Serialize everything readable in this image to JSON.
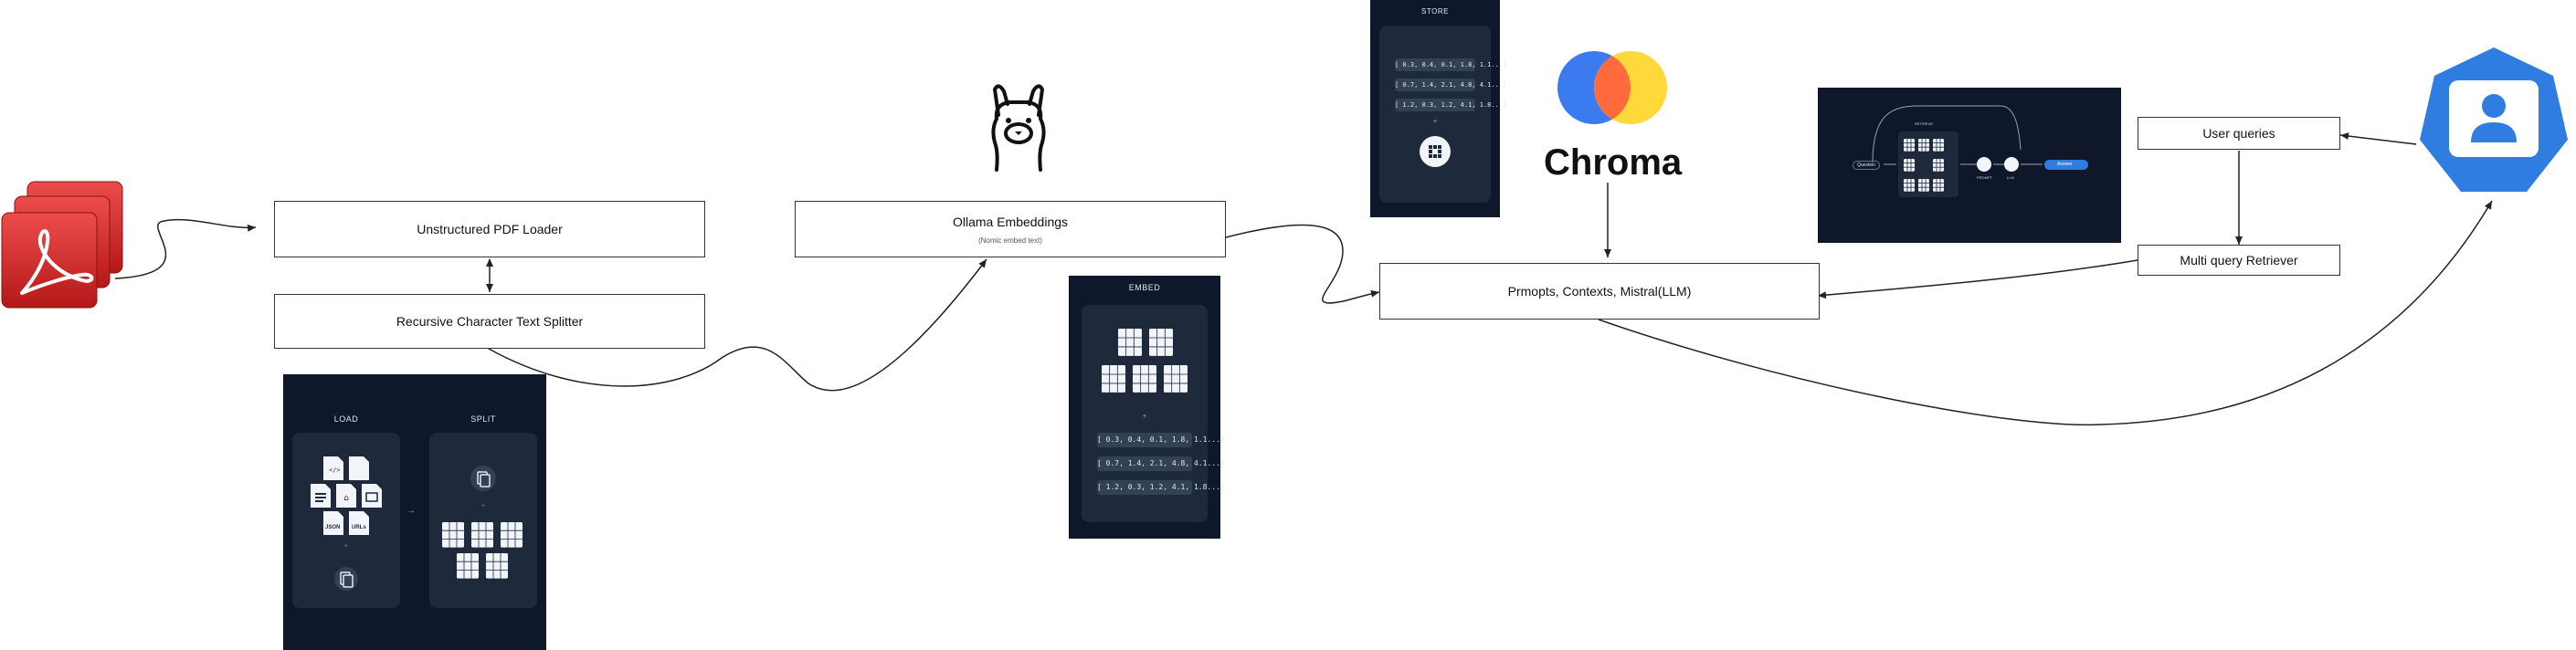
{
  "nodes": {
    "pdf_loader": "Unstructured PDF Loader",
    "text_splitter": "Recursive Character Text Splitter",
    "ollama_embeddings": "Ollama Embeddings",
    "ollama_sub": "(Nomic embed text)",
    "prompts": "Prmopts, Contexts, Mistral(LLM)",
    "user_queries": "User queries",
    "multi_query": "Multi query Retriever"
  },
  "chroma": {
    "wordmark": "Chroma"
  },
  "load_split_panel": {
    "load_title": "LOAD",
    "split_title": "SPLIT",
    "json_label": "JSON",
    "urls_label": "URLs"
  },
  "embed_panel": {
    "title": "EMBED",
    "vectors": [
      "[ 0.3, 0.4, 0.1, 1.8, 1.1...]",
      "[ 0.7, 1.4, 2.1, 4.8, 4.1...]",
      "[ 1.2, 0.3, 1.2, 4.1, 1.8...]"
    ]
  },
  "store_panel": {
    "title": "STORE",
    "vectors": [
      "[ 0.3, 0.4, 0.1, 1.8, 1.1...]",
      "[ 0.7, 1.4, 2.1, 4.8, 4.1...]",
      "[ 1.2, 0.3, 1.2, 4.1, 1.8...]"
    ]
  },
  "retrieval_panel": {
    "question": "Question",
    "retrieve": "RETRIEVE",
    "prompt": "PROMPT",
    "llm": "LLM",
    "answer": "Answer"
  },
  "colors": {
    "pdf_red": "#d42a2a",
    "panel_dark": "#0f172a",
    "panel_inner": "#1e293b",
    "chroma_blue": "#3a7bf0",
    "chroma_orange": "#ff6b3d",
    "chroma_yellow": "#ffd93a",
    "user_blue": "#2f7de1"
  }
}
